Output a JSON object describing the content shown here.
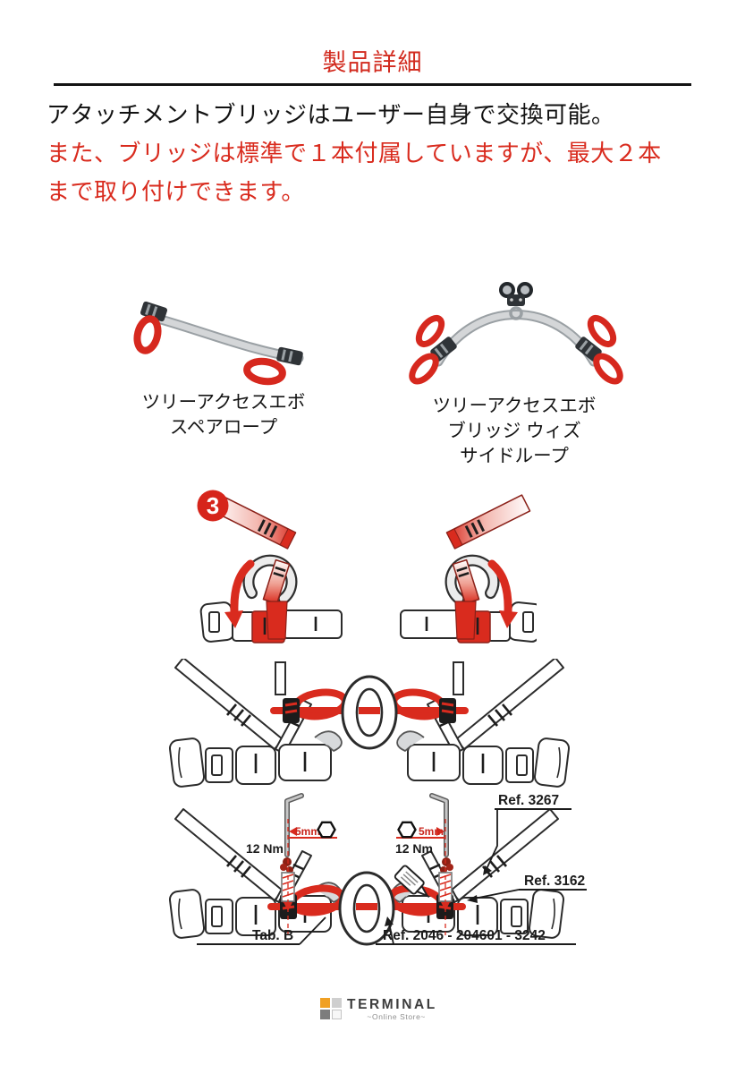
{
  "header": {
    "title": "製品詳細"
  },
  "intro": {
    "black": "アタッチメントブリッジはユーザー自身で交換可能。",
    "red1": "また、ブリッジは標準で１本付属していますが、最大２本",
    "red2": "まで取り付けできます。"
  },
  "products": [
    {
      "icon": "spare-rope-photo",
      "lines": [
        "ツリーアクセスエボ",
        "スペアロープ"
      ]
    },
    {
      "icon": "bridge-with-side-loop-photo",
      "lines": [
        "ツリーアクセスエボ",
        "ブリッジ ウィズ",
        "サイドループ"
      ]
    }
  ],
  "diagram": {
    "step_badge": "3",
    "torque": "12 Nm",
    "hex_size": "5mm",
    "refs": {
      "top": "Ref. 3267",
      "side": "Ref. 3162",
      "tab": "Tab. B",
      "bridge": "Ref. 2046 - 204601 - 3242"
    }
  },
  "footer": {
    "brand": "TERMINAL",
    "tagline": "~Online Store~"
  },
  "colors": {
    "accent_red": "#d22a1e",
    "diagram_red": "#d92b1e",
    "outline_black": "#2b2b2b",
    "rope_gray": "#d4d6d8",
    "logo_orange": "#f0a024",
    "logo_gray_dark": "#7d7d7d",
    "logo_gray_light": "#cfcfcf"
  }
}
